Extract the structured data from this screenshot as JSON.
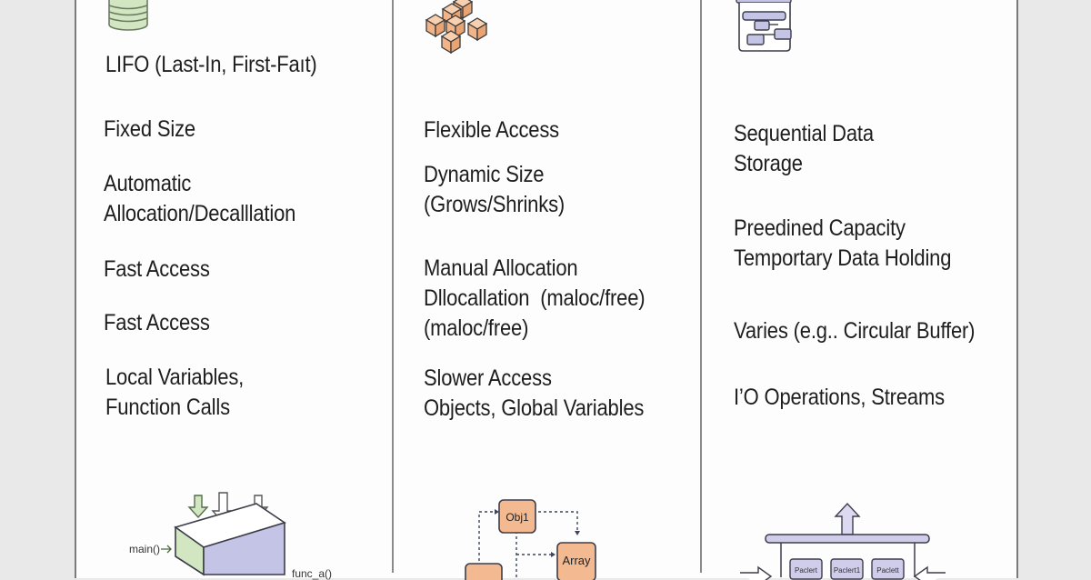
{
  "colors": {
    "background": "#e9e9e9",
    "panel": "#fdfdfd",
    "border": "#7a7a7a",
    "stack_green": "#d3e6c2",
    "stack_purple": "#c4c4e6",
    "heap_orange": "#f3b990",
    "queue_lavender": "#cfcdea",
    "outline": "#3d3d4a"
  },
  "columns": [
    {
      "id": "stack",
      "icon": "stacked-disks-icon",
      "items": [
        "LIFO (Last-In, First-Faıt)",
        "Fixed Size",
        "Automatic\nAllocation/Decalllation",
        "Fast Access",
        "Fast Access",
        "Local Variables,\nFunction Calls"
      ],
      "diagram": {
        "type": "stack-frames",
        "labels": [
          "main()",
          "func_a()"
        ]
      }
    },
    {
      "id": "heap",
      "icon": "scattered-cubes-icon",
      "items": [
        "Flexible Access",
        "Dynamic Size\n(Grows/Shrinks)",
        "Manual Allocation\nDllocallation  (maloc/free)\n(maloc/free)",
        "Slower Access\nObjects, Global Variables"
      ],
      "diagram": {
        "type": "object-graph",
        "labels": [
          "Obj1",
          "Array"
        ]
      }
    },
    {
      "id": "queue",
      "icon": "buffer-jar-icon",
      "items": [
        "Sequential Data\nStorage",
        "Preedined Capacity\nTemportary Data Holding",
        "Varies (e.g.. Circular Buffer)",
        "I’O Operations, Streams"
      ],
      "diagram": {
        "type": "packet-buffer",
        "labels": [
          "Paclert",
          "Paclert1",
          "Paclett"
        ]
      }
    }
  ]
}
